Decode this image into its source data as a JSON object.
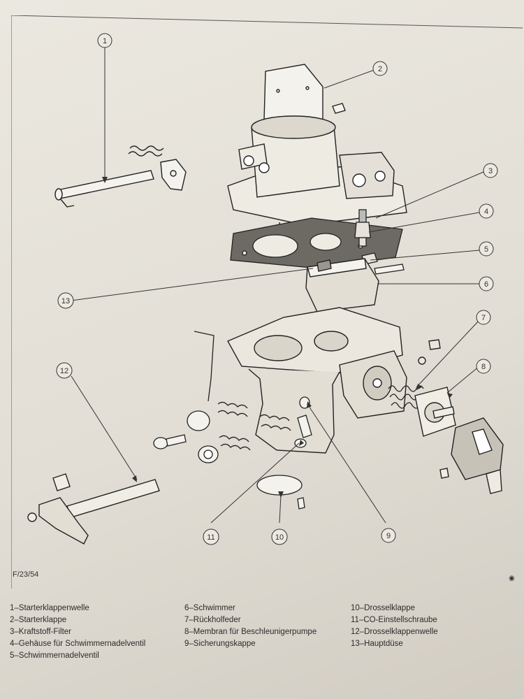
{
  "figure_code": "F/23/54",
  "callouts": [
    {
      "num": "1"
    },
    {
      "num": "2"
    },
    {
      "num": "3"
    },
    {
      "num": "4"
    },
    {
      "num": "5"
    },
    {
      "num": "6"
    },
    {
      "num": "7"
    },
    {
      "num": "8"
    },
    {
      "num": "9"
    },
    {
      "num": "10"
    },
    {
      "num": "11"
    },
    {
      "num": "12"
    },
    {
      "num": "13"
    }
  ],
  "legend": {
    "col1": [
      "1–Starterklappenwelle",
      "2–Starterklappe",
      "3–Kraftstoff-Filter",
      "4–Gehäuse für Schwimmernadelventil",
      "5–Schwimmernadelventil"
    ],
    "col2": [
      "6–Schwimmer",
      "7–Rückholfeder",
      "8–Membran für Beschleunigerpumpe",
      "9–Sicherungskappe"
    ],
    "col3": [
      "10–Drosselklappe",
      "11–CO-Einstellschraube",
      "12–Drosselklappenwelle",
      "13–Hauptdüse"
    ]
  }
}
